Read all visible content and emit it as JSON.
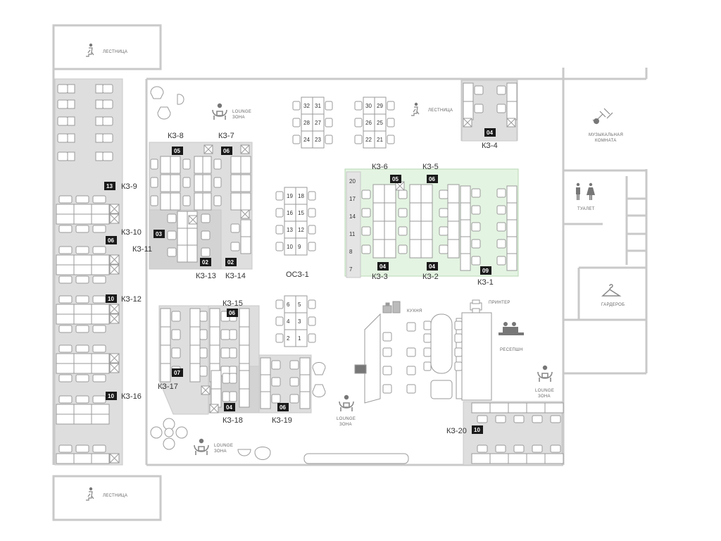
{
  "rooms": {
    "stairs_top": "ЛЕСТНИЦА",
    "stairs_mid": "ЛЕСТНИЦА",
    "stairs_bottom": "ЛЕСТНИЦА",
    "lounge_1": [
      "LOUNGE",
      "ЗОНА"
    ],
    "lounge_2": [
      "LOUNGE",
      "ЗОНА"
    ],
    "lounge_3": [
      "LOUNGE",
      "ЗОНА"
    ],
    "lounge_4": [
      "LOUNGE",
      "ЗОНА"
    ],
    "music": [
      "МУЗЫКАЛЬНАЯ",
      "КОМНАТА"
    ],
    "toilet": "ТУАЛЕТ",
    "wardrobe": "ГАРДЕРОБ",
    "kitchen": "КУХНЯ",
    "printer": "ПРИНТЕР",
    "reception": "РЕСЕПШН"
  },
  "zones": [
    {
      "id": "K3-1",
      "label": "КЗ-1",
      "badge": "09"
    },
    {
      "id": "K3-2",
      "label": "КЗ-2",
      "badge": "04"
    },
    {
      "id": "K3-3",
      "label": "КЗ-3",
      "badge": "04"
    },
    {
      "id": "K3-4",
      "label": "КЗ-4",
      "badge": "04"
    },
    {
      "id": "K3-5",
      "label": "КЗ-5",
      "badge": "06"
    },
    {
      "id": "K3-6",
      "label": "КЗ-6",
      "badge": "05"
    },
    {
      "id": "K3-7",
      "label": "КЗ-7",
      "badge": "06"
    },
    {
      "id": "K3-8",
      "label": "КЗ-8",
      "badge": "05"
    },
    {
      "id": "K3-9",
      "label": "КЗ-9",
      "badge": "13"
    },
    {
      "id": "K3-10",
      "label": "КЗ-10",
      "badge": "06"
    },
    {
      "id": "K3-11",
      "label": "КЗ-11",
      "badge": "03"
    },
    {
      "id": "K3-12",
      "label": "КЗ-12",
      "badge": "10"
    },
    {
      "id": "K3-13",
      "label": "КЗ-13",
      "badge": "02"
    },
    {
      "id": "K3-14",
      "label": "КЗ-14",
      "badge": "02"
    },
    {
      "id": "K3-15",
      "label": "КЗ-15",
      "badge": "06"
    },
    {
      "id": "K3-16",
      "label": "КЗ-16",
      "badge": "10"
    },
    {
      "id": "K3-17",
      "label": "КЗ-17",
      "badge": "07"
    },
    {
      "id": "K3-18",
      "label": "КЗ-18",
      "badge": "04"
    },
    {
      "id": "K3-19",
      "label": "КЗ-19",
      "badge": "06"
    },
    {
      "id": "K3-20",
      "label": "КЗ-20",
      "badge": "10"
    }
  ],
  "open_space": {
    "label": "ОСЗ-1",
    "seats_a": [
      "32",
      "31",
      "28",
      "27",
      "24",
      "23"
    ],
    "seats_b": [
      "30",
      "29",
      "26",
      "25",
      "22",
      "21"
    ],
    "seats_c": [
      "19",
      "18",
      "16",
      "15",
      "13",
      "12",
      "10",
      "9"
    ],
    "seats_d": [
      "6",
      "5",
      "4",
      "3",
      "2",
      "1"
    ],
    "seats_col": [
      "20",
      "17",
      "14",
      "11",
      "8",
      "7"
    ]
  }
}
